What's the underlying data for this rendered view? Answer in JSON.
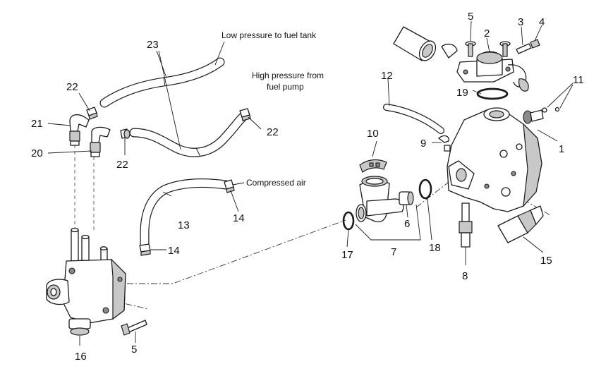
{
  "callouts": {
    "n1": "1",
    "n2": "2",
    "n3": "3",
    "n4": "4",
    "n5_top": "5",
    "n5_bottom": "5",
    "n6": "6",
    "n7": "7",
    "n8": "8",
    "n9": "9",
    "n10": "10",
    "n11": "11",
    "n12": "12",
    "n13": "13",
    "n14_upper": "14",
    "n14_lower": "14",
    "n15": "15",
    "n16": "16",
    "n17": "17",
    "n18": "18",
    "n19": "19",
    "n20": "20",
    "n21": "21",
    "n22_left": "22",
    "n22_mid": "22",
    "n22_right": "22",
    "n23": "23"
  },
  "notes": {
    "low_pressure": "Low pressure to fuel tank",
    "high_pressure_line1": "High pressure from",
    "high_pressure_line2": "fuel pump",
    "compressed_air": "Compressed air"
  }
}
